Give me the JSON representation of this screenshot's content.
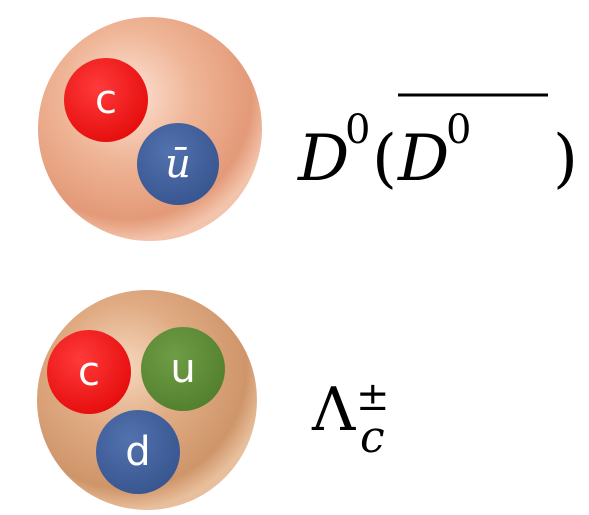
{
  "colors": {
    "hadron_meson": "#e9a585",
    "hadron_baryon": "#d8a47e",
    "quark_charm": "#f01818",
    "quark_antiup": "#3f5f9c",
    "quark_up": "#5c8a35",
    "quark_down": "#3f5f9c",
    "text_dark": "#000000",
    "text_quark": "#ffffff"
  },
  "particles": [
    {
      "id": "meson",
      "name_main": "D",
      "superscript": "0",
      "open_paren": "(",
      "anti_main": "D",
      "anti_superscript": "0",
      "close_paren": ")",
      "quarks": [
        {
          "flavor": "charm",
          "label": "c",
          "icon": "charm-quark-sphere"
        },
        {
          "flavor": "antiup",
          "label": "ū",
          "icon": "anti-up-quark-sphere"
        }
      ]
    },
    {
      "id": "baryon",
      "name_main": "Λ",
      "superscript": "±",
      "subscript": "c",
      "quarks": [
        {
          "flavor": "charm",
          "label": "c",
          "icon": "charm-quark-sphere"
        },
        {
          "flavor": "up",
          "label": "u",
          "icon": "up-quark-sphere"
        },
        {
          "flavor": "down",
          "label": "d",
          "icon": "down-quark-sphere"
        }
      ]
    }
  ]
}
